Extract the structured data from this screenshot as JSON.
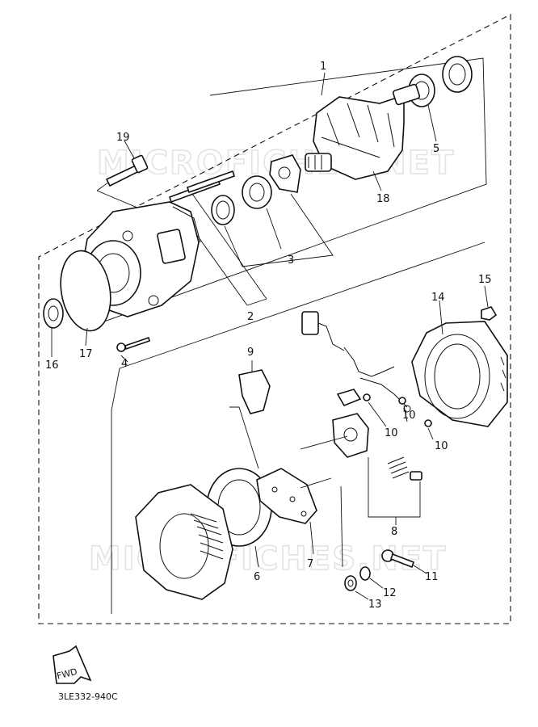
{
  "watermark": "MICROFICHES.NET",
  "callouts": {
    "c1": "1",
    "c2": "2",
    "c3": "3",
    "c4": "4",
    "c5": "5",
    "c6": "6",
    "c7": "7",
    "c8": "8",
    "c9": "9",
    "c10a": "10",
    "c10b": "10",
    "c10c": "10",
    "c11": "11",
    "c12": "12",
    "c13": "13",
    "c14": "14",
    "c15": "15",
    "c16": "16",
    "c17": "17",
    "c18": "18",
    "c19": "19"
  },
  "fwd_label": "FWD",
  "diagram_code": "3LE332-940C"
}
